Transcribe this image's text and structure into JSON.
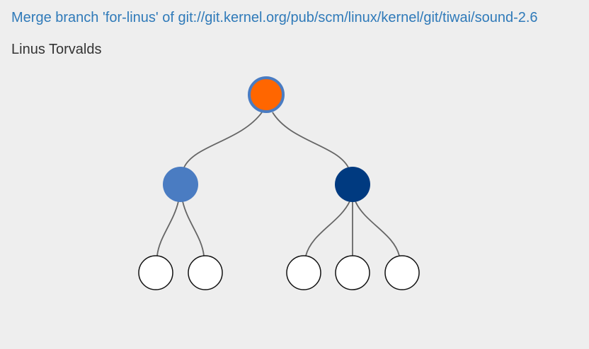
{
  "commit": {
    "title": "Merge branch 'for-linus' of git://git.kernel.org/pub/scm/linux/kernel/git/tiwai/sound-2.6",
    "author": "Linus Torvalds"
  },
  "colors": {
    "background": "#eeeeee",
    "link_text": "#2f7ab9",
    "root_fill": "#ff6600",
    "root_stroke": "#4a7cc2",
    "left_child_fill": "#4a7cc2",
    "right_child_fill": "#003a80",
    "leaf_fill": "#ffffff",
    "leaf_stroke": "#111111",
    "edge": "#666666"
  },
  "tree": {
    "root": "root",
    "children": [
      {
        "id": "left-child",
        "children": [
          "leaf-1",
          "leaf-2"
        ]
      },
      {
        "id": "right-child",
        "children": [
          "leaf-3",
          "leaf-4",
          "leaf-5"
        ]
      }
    ]
  }
}
